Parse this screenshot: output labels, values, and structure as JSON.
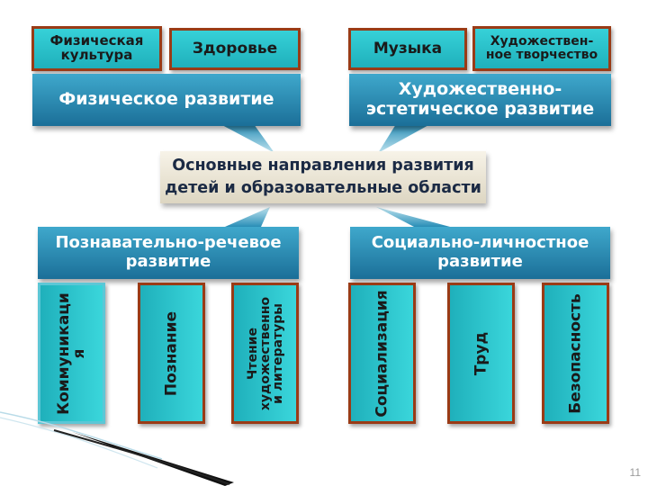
{
  "top_left": {
    "boxes": [
      {
        "label": "Физическая\nкультура"
      },
      {
        "label": "Здоровье"
      }
    ],
    "banner": "Физическое развитие"
  },
  "top_right": {
    "boxes": [
      {
        "label": "Музыка"
      },
      {
        "label": "Художествен-\nное творчество"
      }
    ],
    "banner_line1": "Художественно-",
    "banner_line2": "эстетическое развитие"
  },
  "center": {
    "line1": "Основные направления развития",
    "line2": "детей и образовательные области"
  },
  "bottom_left": {
    "banner_line1": "Познавательно-речевое",
    "banner_line2": "развитие",
    "boxes": [
      {
        "line1": "Коммуникаци",
        "line2": "я"
      },
      {
        "line1": "Познание"
      },
      {
        "line1": "Чтение",
        "line2": "художественно",
        "line3": "и литературы"
      }
    ]
  },
  "bottom_right": {
    "banner_line1": "Социально-личностное",
    "banner_line2": "развитие",
    "boxes": [
      {
        "line1": "Социализация"
      },
      {
        "line1": "Труд"
      },
      {
        "line1": "Безопасность"
      }
    ]
  },
  "page_number": "11",
  "colors": {
    "box_fill": "#2bc3cb",
    "box_border": "#9a3b16",
    "banner_fill": "#2a8fb8",
    "center_fill": "#ece6d6",
    "center_text": "#1b2a44"
  }
}
